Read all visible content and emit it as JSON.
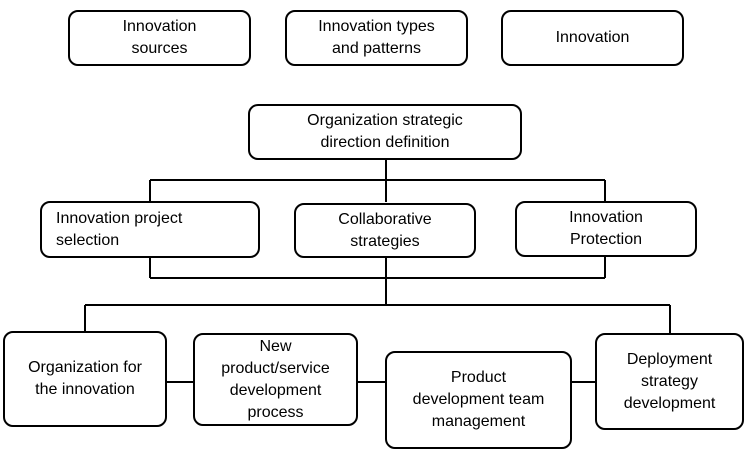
{
  "top_row": [
    "Innovation\nsources",
    "Innovation types\nand patterns",
    "Innovation"
  ],
  "root": "Organization strategic\ndirection definition",
  "middle_row": [
    "Innovation project\nselection",
    "Collaborative\nstrategies",
    "Innovation\nProtection"
  ],
  "bottom_row": [
    "Organization for\nthe innovation",
    "New\nproduct/service\ndevelopment\nprocess",
    "Product\ndevelopment team\nmanagement",
    "Deployment\nstrategy\ndevelopment"
  ]
}
